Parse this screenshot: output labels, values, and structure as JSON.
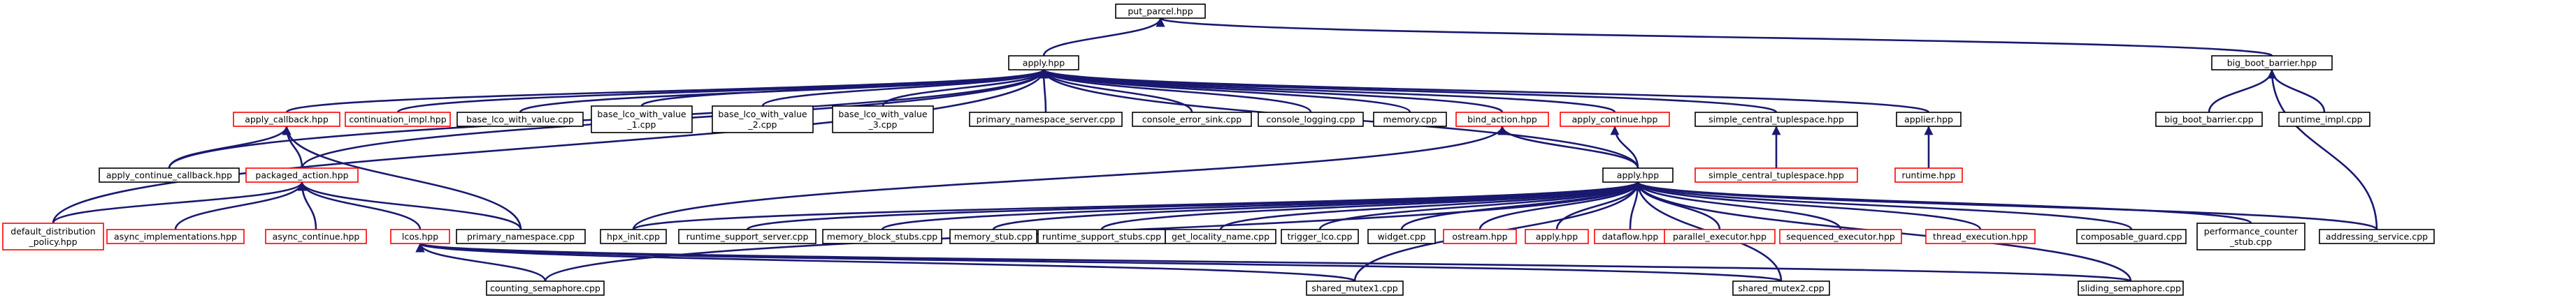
{
  "colors": {
    "edge": "#191970",
    "node_border_documented": "#000000",
    "node_border_undocumented": "#ff0000",
    "root_fill": "#bfbfbf"
  },
  "nodes": [
    {
      "id": "put_parcel",
      "label": [
        "put_parcel.hpp"
      ],
      "root": true,
      "red": false
    },
    {
      "id": "apply_hpp",
      "label": [
        "apply.hpp"
      ],
      "red": false
    },
    {
      "id": "big_boot_barrier_hpp",
      "label": [
        "big_boot_barrier.hpp"
      ],
      "red": false
    },
    {
      "id": "apply_callback_hpp",
      "label": [
        "apply_callback.hpp"
      ],
      "red": true
    },
    {
      "id": "continuation_impl_hpp",
      "label": [
        "continuation_impl.hpp"
      ],
      "red": true
    },
    {
      "id": "base_lco_with_value_cpp",
      "label": [
        "base_lco_with_value.cpp"
      ],
      "red": false
    },
    {
      "id": "base_lco_with_value_1_cpp",
      "label": [
        "base_lco_with_value",
        "_1.cpp"
      ],
      "red": false
    },
    {
      "id": "base_lco_with_value_2_cpp",
      "label": [
        "base_lco_with_value",
        "_2.cpp"
      ],
      "red": false
    },
    {
      "id": "base_lco_with_value_3_cpp",
      "label": [
        "base_lco_with_value",
        "_3.cpp"
      ],
      "red": false
    },
    {
      "id": "primary_namespace_server_cpp",
      "label": [
        "primary_namespace_server.cpp"
      ],
      "red": false
    },
    {
      "id": "console_error_sink_cpp",
      "label": [
        "console_error_sink.cpp"
      ],
      "red": false
    },
    {
      "id": "console_logging_cpp",
      "label": [
        "console_logging.cpp"
      ],
      "red": false
    },
    {
      "id": "memory_cpp",
      "label": [
        "memory.cpp"
      ],
      "red": false
    },
    {
      "id": "bind_action_hpp",
      "label": [
        "bind_action.hpp"
      ],
      "red": true
    },
    {
      "id": "apply_continue_hpp",
      "label": [
        "apply_continue.hpp"
      ],
      "red": true
    },
    {
      "id": "simple_central_tuplespace_hpp",
      "label": [
        "simple_central_tuplespace.hpp"
      ],
      "red": false
    },
    {
      "id": "applier_hpp",
      "label": [
        "applier.hpp"
      ],
      "red": false
    },
    {
      "id": "big_boot_barrier_cpp",
      "label": [
        "big_boot_barrier.cpp"
      ],
      "red": false
    },
    {
      "id": "runtime_impl_cpp",
      "label": [
        "runtime_impl.cpp"
      ],
      "red": false
    },
    {
      "id": "apply_continue_callback_hpp",
      "label": [
        "apply_continue_callback.hpp"
      ],
      "red": false
    },
    {
      "id": "packaged_action_hpp",
      "label": [
        "packaged_action.hpp"
      ],
      "red": true
    },
    {
      "id": "apply_hpp2",
      "label": [
        "apply.hpp"
      ],
      "red": false
    },
    {
      "id": "simple_central_tuplespace_hpp2",
      "label": [
        "simple_central_tuplespace.hpp"
      ],
      "red": true
    },
    {
      "id": "runtime_hpp",
      "label": [
        "runtime.hpp"
      ],
      "red": true
    },
    {
      "id": "default_distribution_policy_hpp",
      "label": [
        "default_distribution",
        "_policy.hpp"
      ],
      "red": true
    },
    {
      "id": "async_implementations_hpp",
      "label": [
        "async_implementations.hpp"
      ],
      "red": true
    },
    {
      "id": "async_continue_hpp",
      "label": [
        "async_continue.hpp"
      ],
      "red": true
    },
    {
      "id": "lcos_hpp",
      "label": [
        "lcos.hpp"
      ],
      "red": true
    },
    {
      "id": "primary_namespace_cpp",
      "label": [
        "primary_namespace.cpp"
      ],
      "red": false
    },
    {
      "id": "hpx_init_cpp",
      "label": [
        "hpx_init.cpp"
      ],
      "red": false
    },
    {
      "id": "runtime_support_server_cpp",
      "label": [
        "runtime_support_server.cpp"
      ],
      "red": false
    },
    {
      "id": "memory_block_stubs_cpp",
      "label": [
        "memory_block_stubs.cpp"
      ],
      "red": false
    },
    {
      "id": "memory_stub_cpp",
      "label": [
        "memory_stub.cpp"
      ],
      "red": false
    },
    {
      "id": "runtime_support_stubs_cpp",
      "label": [
        "runtime_support_stubs.cpp"
      ],
      "red": false
    },
    {
      "id": "get_locality_name_cpp",
      "label": [
        "get_locality_name.cpp"
      ],
      "red": false
    },
    {
      "id": "trigger_lco_cpp",
      "label": [
        "trigger_lco.cpp"
      ],
      "red": false
    },
    {
      "id": "widget_cpp",
      "label": [
        "widget.cpp"
      ],
      "red": false
    },
    {
      "id": "ostream_hpp",
      "label": [
        "ostream.hpp"
      ],
      "red": true
    },
    {
      "id": "apply_hpp3",
      "label": [
        "apply.hpp"
      ],
      "red": true
    },
    {
      "id": "dataflow_hpp",
      "label": [
        "dataflow.hpp"
      ],
      "red": true
    },
    {
      "id": "parallel_executor_hpp",
      "label": [
        "parallel_executor.hpp"
      ],
      "red": true
    },
    {
      "id": "sequenced_executor_hpp",
      "label": [
        "sequenced_executor.hpp"
      ],
      "red": true
    },
    {
      "id": "thread_execution_hpp",
      "label": [
        "thread_execution.hpp"
      ],
      "red": true
    },
    {
      "id": "composable_guard_cpp",
      "label": [
        "composable_guard.cpp"
      ],
      "red": false
    },
    {
      "id": "performance_counter_stub_cpp",
      "label": [
        "performance_counter",
        "_stub.cpp"
      ],
      "red": false
    },
    {
      "id": "addressing_service_cpp",
      "label": [
        "addressing_service.cpp"
      ],
      "red": false
    },
    {
      "id": "counting_semaphore_cpp",
      "label": [
        "counting_semaphore.cpp"
      ],
      "red": false
    },
    {
      "id": "shared_mutex1_cpp",
      "label": [
        "shared_mutex1.cpp"
      ],
      "red": false
    },
    {
      "id": "shared_mutex2_cpp",
      "label": [
        "shared_mutex2.cpp"
      ],
      "red": false
    },
    {
      "id": "sliding_semaphore_cpp",
      "label": [
        "sliding_semaphore.cpp"
      ],
      "red": false
    }
  ],
  "edges": [
    [
      "apply_hpp",
      "put_parcel"
    ],
    [
      "big_boot_barrier_hpp",
      "put_parcel"
    ],
    [
      "apply_callback_hpp",
      "apply_hpp"
    ],
    [
      "continuation_impl_hpp",
      "apply_hpp"
    ],
    [
      "base_lco_with_value_cpp",
      "apply_hpp"
    ],
    [
      "base_lco_with_value_1_cpp",
      "apply_hpp"
    ],
    [
      "base_lco_with_value_2_cpp",
      "apply_hpp"
    ],
    [
      "base_lco_with_value_3_cpp",
      "apply_hpp"
    ],
    [
      "primary_namespace_server_cpp",
      "apply_hpp"
    ],
    [
      "console_error_sink_cpp",
      "apply_hpp"
    ],
    [
      "console_logging_cpp",
      "apply_hpp"
    ],
    [
      "memory_cpp",
      "apply_hpp"
    ],
    [
      "bind_action_hpp",
      "apply_hpp"
    ],
    [
      "apply_continue_hpp",
      "apply_hpp"
    ],
    [
      "simple_central_tuplespace_hpp",
      "apply_hpp"
    ],
    [
      "applier_hpp",
      "apply_hpp"
    ],
    [
      "apply_continue_callback_hpp",
      "apply_hpp"
    ],
    [
      "packaged_action_hpp",
      "apply_hpp"
    ],
    [
      "default_distribution_policy_hpp",
      "apply_hpp"
    ],
    [
      "apply_hpp2",
      "apply_hpp"
    ],
    [
      "big_boot_barrier_cpp",
      "big_boot_barrier_hpp"
    ],
    [
      "runtime_impl_cpp",
      "big_boot_barrier_hpp"
    ],
    [
      "addressing_service_cpp",
      "big_boot_barrier_hpp"
    ],
    [
      "apply_continue_callback_hpp",
      "apply_callback_hpp"
    ],
    [
      "packaged_action_hpp",
      "apply_callback_hpp"
    ],
    [
      "primary_namespace_cpp",
      "apply_callback_hpp"
    ],
    [
      "apply_hpp2",
      "bind_action_hpp"
    ],
    [
      "hpx_init_cpp",
      "bind_action_hpp"
    ],
    [
      "apply_hpp2",
      "apply_continue_hpp"
    ],
    [
      "simple_central_tuplespace_hpp2",
      "simple_central_tuplespace_hpp"
    ],
    [
      "runtime_hpp",
      "applier_hpp"
    ],
    [
      "default_distribution_policy_hpp",
      "packaged_action_hpp"
    ],
    [
      "async_implementations_hpp",
      "packaged_action_hpp"
    ],
    [
      "async_continue_hpp",
      "packaged_action_hpp"
    ],
    [
      "lcos_hpp",
      "packaged_action_hpp"
    ],
    [
      "primary_namespace_cpp",
      "packaged_action_hpp"
    ],
    [
      "hpx_init_cpp",
      "apply_hpp2"
    ],
    [
      "runtime_support_server_cpp",
      "apply_hpp2"
    ],
    [
      "memory_block_stubs_cpp",
      "apply_hpp2"
    ],
    [
      "memory_stub_cpp",
      "apply_hpp2"
    ],
    [
      "runtime_support_stubs_cpp",
      "apply_hpp2"
    ],
    [
      "get_locality_name_cpp",
      "apply_hpp2"
    ],
    [
      "trigger_lco_cpp",
      "apply_hpp2"
    ],
    [
      "widget_cpp",
      "apply_hpp2"
    ],
    [
      "ostream_hpp",
      "apply_hpp2"
    ],
    [
      "apply_hpp3",
      "apply_hpp2"
    ],
    [
      "dataflow_hpp",
      "apply_hpp2"
    ],
    [
      "parallel_executor_hpp",
      "apply_hpp2"
    ],
    [
      "sequenced_executor_hpp",
      "apply_hpp2"
    ],
    [
      "thread_execution_hpp",
      "apply_hpp2"
    ],
    [
      "composable_guard_cpp",
      "apply_hpp2"
    ],
    [
      "performance_counter_stub_cpp",
      "apply_hpp2"
    ],
    [
      "addressing_service_cpp",
      "apply_hpp2"
    ],
    [
      "counting_semaphore_cpp",
      "apply_hpp2"
    ],
    [
      "shared_mutex1_cpp",
      "apply_hpp2"
    ],
    [
      "shared_mutex2_cpp",
      "apply_hpp2"
    ],
    [
      "sliding_semaphore_cpp",
      "apply_hpp2"
    ],
    [
      "counting_semaphore_cpp",
      "lcos_hpp"
    ],
    [
      "shared_mutex1_cpp",
      "lcos_hpp"
    ],
    [
      "shared_mutex2_cpp",
      "lcos_hpp"
    ],
    [
      "sliding_semaphore_cpp",
      "lcos_hpp"
    ]
  ]
}
